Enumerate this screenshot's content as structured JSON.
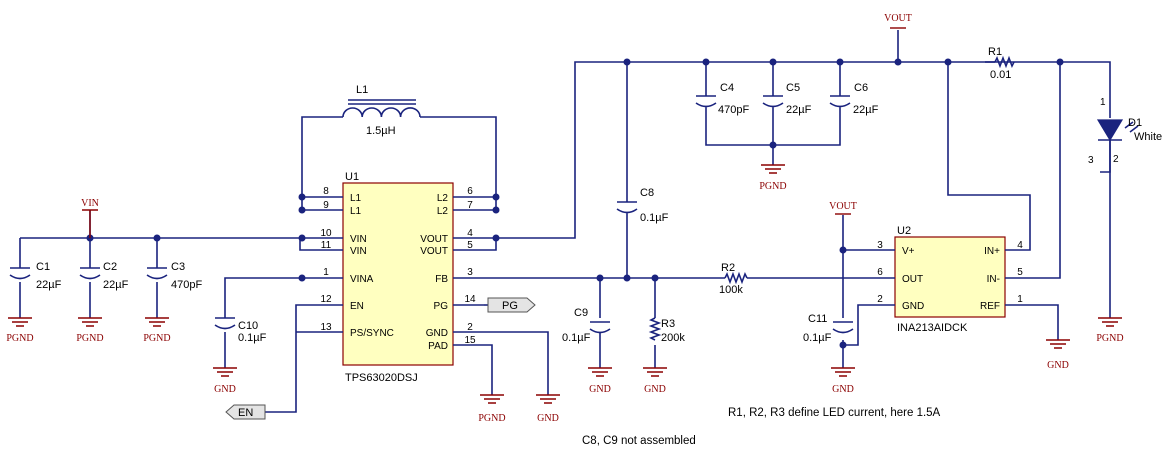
{
  "components": {
    "U1": {
      "ref": "U1",
      "part": "TPS63020DSJ",
      "left_pins": [
        {
          "num": "8",
          "name": "L1"
        },
        {
          "num": "9",
          "name": "L1"
        },
        {
          "num": "10",
          "name": "VIN"
        },
        {
          "num": "11",
          "name": "VIN"
        },
        {
          "num": "1",
          "name": "VINA"
        },
        {
          "num": "12",
          "name": "EN"
        },
        {
          "num": "13",
          "name": "PS/SYNC"
        }
      ],
      "right_pins": [
        {
          "num": "6",
          "name": "L2"
        },
        {
          "num": "7",
          "name": "L2"
        },
        {
          "num": "4",
          "name": "VOUT"
        },
        {
          "num": "5",
          "name": "VOUT"
        },
        {
          "num": "3",
          "name": "FB"
        },
        {
          "num": "14",
          "name": "PG"
        },
        {
          "num": "2",
          "name": "GND"
        },
        {
          "num": "15",
          "name": "PAD"
        }
      ]
    },
    "U2": {
      "ref": "U2",
      "part": "INA213AIDCK",
      "left_pins": [
        {
          "num": "3",
          "name": "V+"
        },
        {
          "num": "6",
          "name": "OUT"
        },
        {
          "num": "2",
          "name": "GND"
        }
      ],
      "right_pins": [
        {
          "num": "4",
          "name": "IN+"
        },
        {
          "num": "5",
          "name": "IN-"
        },
        {
          "num": "1",
          "name": "REF"
        }
      ]
    },
    "L1": {
      "ref": "L1",
      "value": "1.5µH"
    },
    "C1": {
      "ref": "C1",
      "value": "22µF"
    },
    "C2": {
      "ref": "C2",
      "value": "22µF"
    },
    "C3": {
      "ref": "C3",
      "value": "470pF"
    },
    "C4": {
      "ref": "C4",
      "value": "470pF"
    },
    "C5": {
      "ref": "C5",
      "value": "22µF"
    },
    "C6": {
      "ref": "C6",
      "value": "22µF"
    },
    "C8": {
      "ref": "C8",
      "value": "0.1µF"
    },
    "C9": {
      "ref": "C9",
      "value": "0.1µF"
    },
    "C10": {
      "ref": "C10",
      "value": "0.1µF"
    },
    "C11": {
      "ref": "C11",
      "value": "0.1µF"
    },
    "R1": {
      "ref": "R1",
      "value": "0.01"
    },
    "R2": {
      "ref": "R2",
      "value": "100k"
    },
    "R3": {
      "ref": "R3",
      "value": "200k"
    },
    "D1": {
      "ref": "D1",
      "value": "White",
      "pins": [
        "1",
        "2",
        "3"
      ]
    }
  },
  "power": {
    "vin": "VIN",
    "vout": "VOUT",
    "pgnd": "PGND",
    "gnd": "GND"
  },
  "ports": {
    "pg": "PG",
    "en": "EN"
  },
  "notes": {
    "led_current": "R1, R2, R3 define LED current, here 1.5A",
    "not_assembled": "C8, C9 not assembled"
  },
  "colors": {
    "wire": "#1a237e",
    "power": "#8b0000",
    "ic_fill": "#ffffc0",
    "port_fill": "#e4e4e4"
  }
}
